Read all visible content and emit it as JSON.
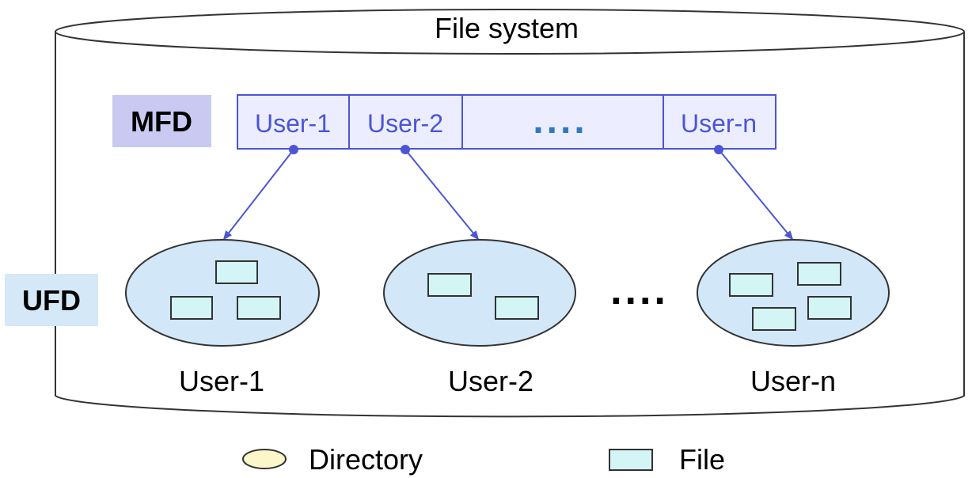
{
  "title": "File system",
  "mfd": {
    "label": "MFD",
    "cells": [
      "User-1",
      "User-2",
      "....",
      "User-n"
    ]
  },
  "ufd": {
    "label": "UFD",
    "directories": [
      {
        "label": "User-1",
        "file_count": 3
      },
      {
        "label": "User-2",
        "file_count": 2
      },
      {
        "label": "User-n",
        "file_count": 4
      }
    ],
    "separator": "...."
  },
  "legend": {
    "directory_label": "Directory",
    "file_label": "File"
  },
  "colors": {
    "mfd_label_bg": "#c9c9f2",
    "ufd_label_bg": "#d4e8f8",
    "mfd_cell_fill": "#eceeff",
    "mfd_border": "#4b55d6",
    "mfd_text": "#4b55d6",
    "dots_mfd": "#2c79c4",
    "arrow": "#4b55d6",
    "directory_fill": "#d2e7f8",
    "file_fill": "#d3f5f5",
    "legend_dir_fill": "#fbf7c9"
  }
}
